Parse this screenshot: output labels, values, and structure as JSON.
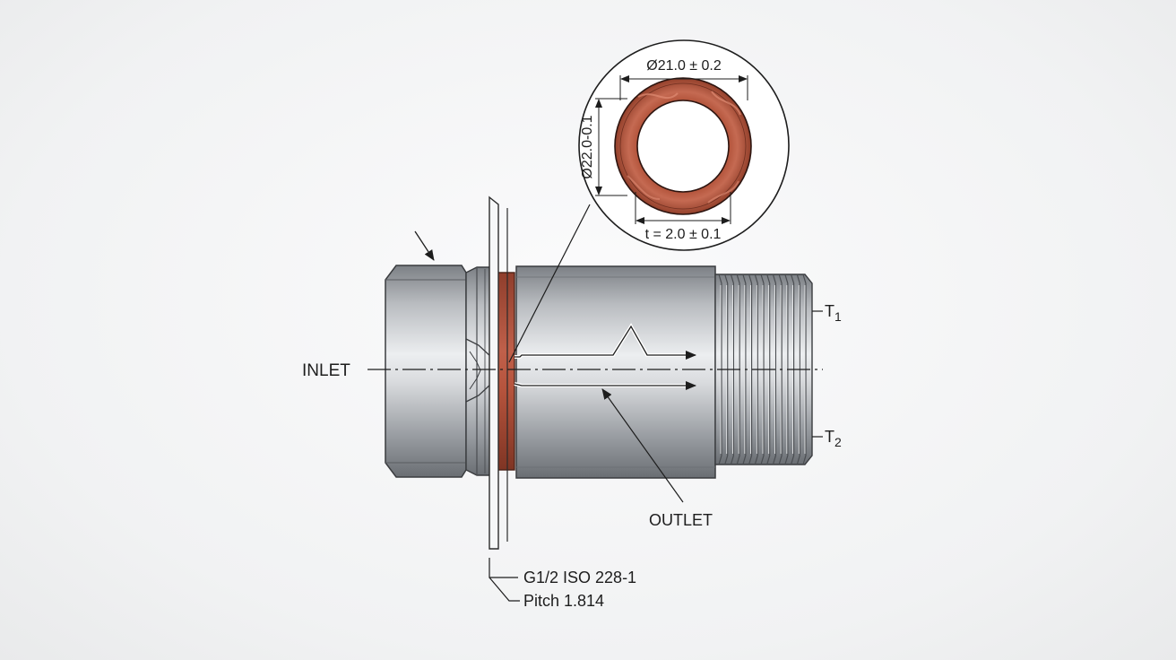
{
  "labels": {
    "inlet": "INLET",
    "outlet": "OUTLET",
    "t1_main": "T",
    "t1_sub": "1",
    "t2_main": "T",
    "t2_sub": "2",
    "thread_spec": "G1/2 ISO 228-1",
    "pitch": "Pitch 1.814"
  },
  "detail": {
    "outer_diameter": "Ø21.0 ± 0.2",
    "inner_diameter": "Ø22.0-0.1",
    "thickness": "t = 2.0 ± 0.1"
  },
  "colors": {
    "gasket": "#b5533c",
    "steel_dark": "#6e7277",
    "steel_light": "#e2e4e6",
    "line": "#1d1d1d"
  }
}
